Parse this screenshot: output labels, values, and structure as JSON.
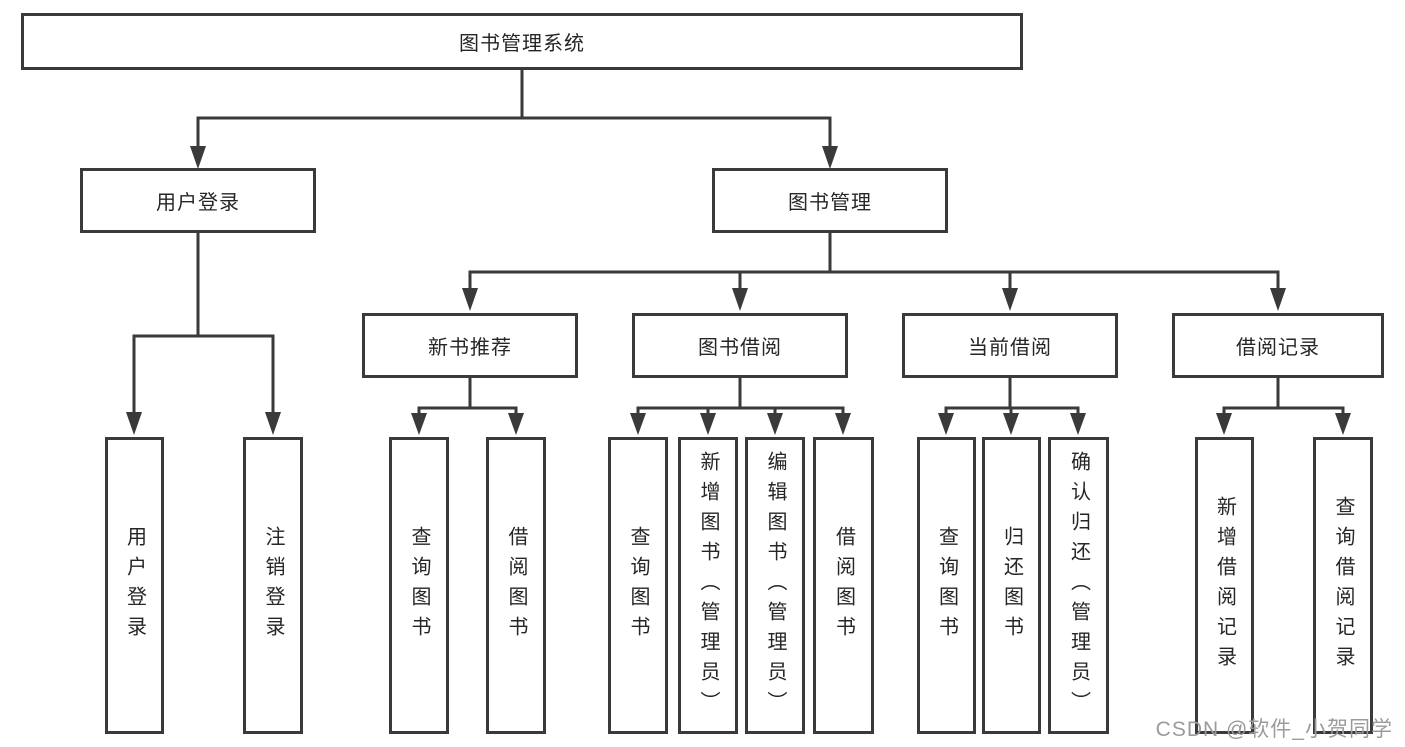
{
  "colors": {
    "line": "#3a3a3a",
    "text": "#262626",
    "background": "#ffffff",
    "watermark": "#9b9b9b"
  },
  "tree": {
    "label": "图书管理系统",
    "children": [
      {
        "label": "用户登录",
        "children": [
          {
            "label": "用户登录"
          },
          {
            "label": "注销登录"
          }
        ]
      },
      {
        "label": "图书管理",
        "children": [
          {
            "label": "新书推荐",
            "children": [
              {
                "label": "查询图书"
              },
              {
                "label": "借阅图书"
              }
            ]
          },
          {
            "label": "图书借阅",
            "children": [
              {
                "label": "查询图书"
              },
              {
                "label": "新增图书（管理员）"
              },
              {
                "label": "编辑图书（管理员）"
              },
              {
                "label": "借阅图书"
              }
            ]
          },
          {
            "label": "当前借阅",
            "children": [
              {
                "label": "查询图书"
              },
              {
                "label": "归还图书"
              },
              {
                "label": "确认归还（管理员）"
              }
            ]
          },
          {
            "label": "借阅记录",
            "children": [
              {
                "label": "新增借阅记录"
              },
              {
                "label": "查询借阅记录"
              }
            ]
          }
        ]
      }
    ]
  },
  "watermark": {
    "text": "CSDN @软件_小贺同学"
  }
}
